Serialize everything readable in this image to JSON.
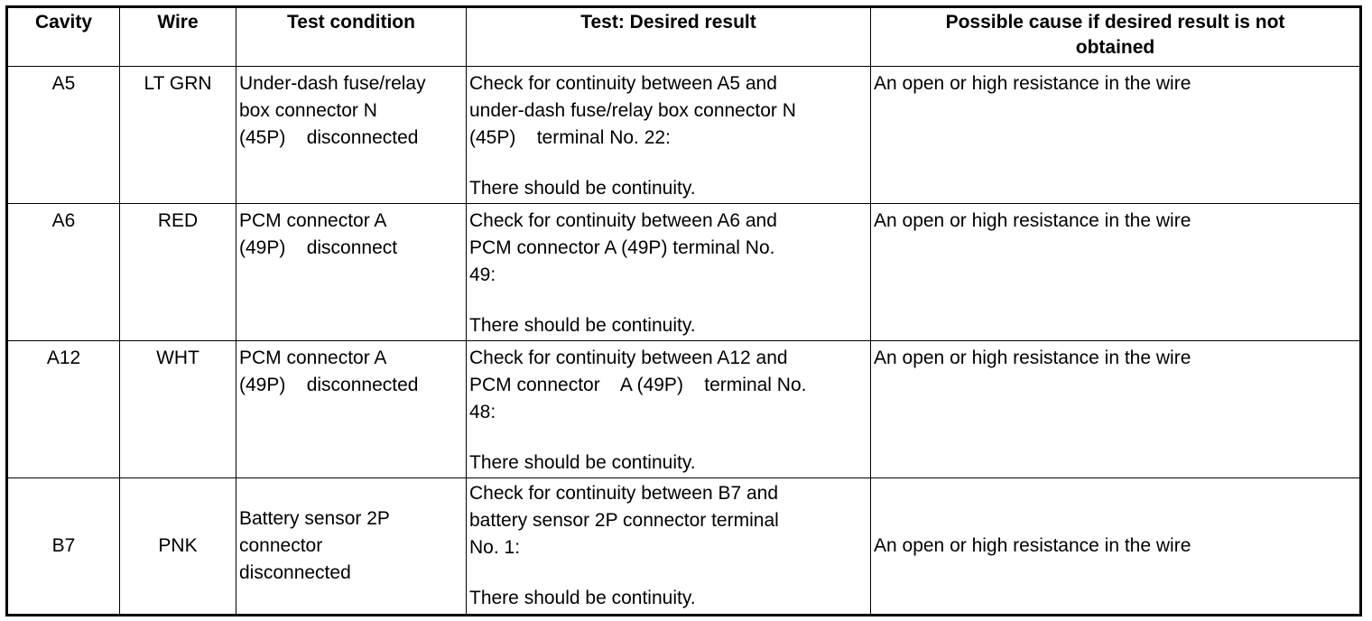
{
  "headers": {
    "cavity": "Cavity",
    "wire": "Wire",
    "condition": "Test condition",
    "result": "Test: Desired result",
    "cause_line1": "Possible cause if desired result is not",
    "cause_line2": "obtained"
  },
  "rows": [
    {
      "cavity": "A5",
      "wire": "LT GRN",
      "condition": [
        "Under-dash fuse/relay",
        "box connector N",
        "(45P)    disconnected"
      ],
      "result": [
        "Check for continuity between A5 and",
        "under-dash fuse/relay box connector N",
        "(45P)    terminal No. 22:"
      ],
      "result_note": "There should be continuity.",
      "cause": "An open or high resistance in the wire"
    },
    {
      "cavity": "A6",
      "wire": "RED",
      "condition": [
        "PCM connector A",
        "(49P)    disconnect"
      ],
      "result": [
        "Check for continuity between A6 and",
        "PCM connector A (49P) terminal No.",
        "49:"
      ],
      "result_note": "There should be continuity.",
      "cause": "An open or high resistance in the wire"
    },
    {
      "cavity": "A12",
      "wire": "WHT",
      "condition": [
        "PCM connector A",
        "(49P)    disconnected"
      ],
      "result": [
        "Check for continuity between A12 and",
        "PCM connector    A (49P)    terminal No.",
        "48:"
      ],
      "result_note": "There should be continuity.",
      "cause": "An open or high resistance in the wire"
    },
    {
      "cavity": "B7",
      "wire": "PNK",
      "condition": [
        "Battery sensor 2P",
        "connector",
        "disconnected"
      ],
      "result": [
        "Check for continuity between B7 and",
        "battery sensor 2P connector terminal",
        "No. 1:"
      ],
      "result_note": "There should be continuity.",
      "cause": "An open or high resistance in the wire"
    }
  ]
}
